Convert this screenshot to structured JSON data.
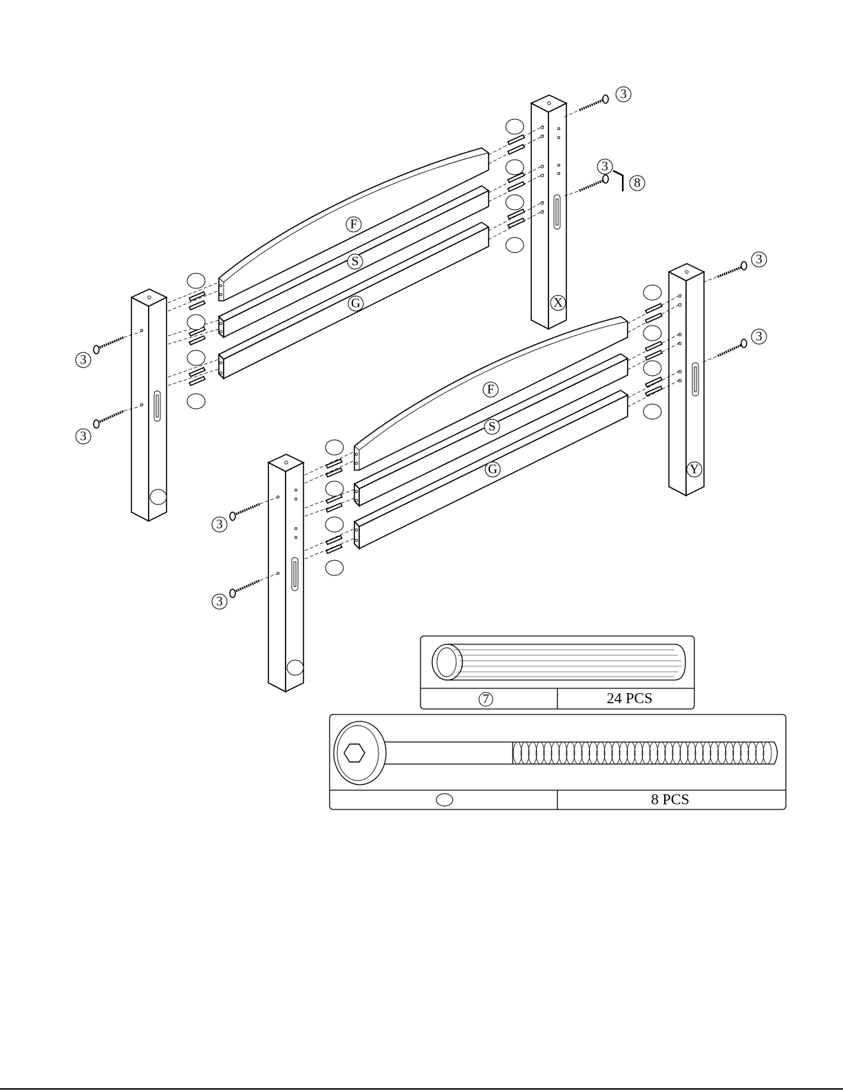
{
  "parts": {
    "front_rail_back": "F",
    "side_rail_back": "S",
    "guard_rail_back": "G",
    "post_back_right": "X",
    "front_rail_front": "F",
    "side_rail_front": "S",
    "guard_rail_front": "G",
    "post_front_right": "Y"
  },
  "callouts": {
    "bolt_ref": "3",
    "wrench_ref": "8"
  },
  "hardware": {
    "dowel": {
      "ref": "7",
      "qty": "24 PCS"
    },
    "bolt": {
      "ref": "",
      "qty": "8 PCS"
    }
  }
}
